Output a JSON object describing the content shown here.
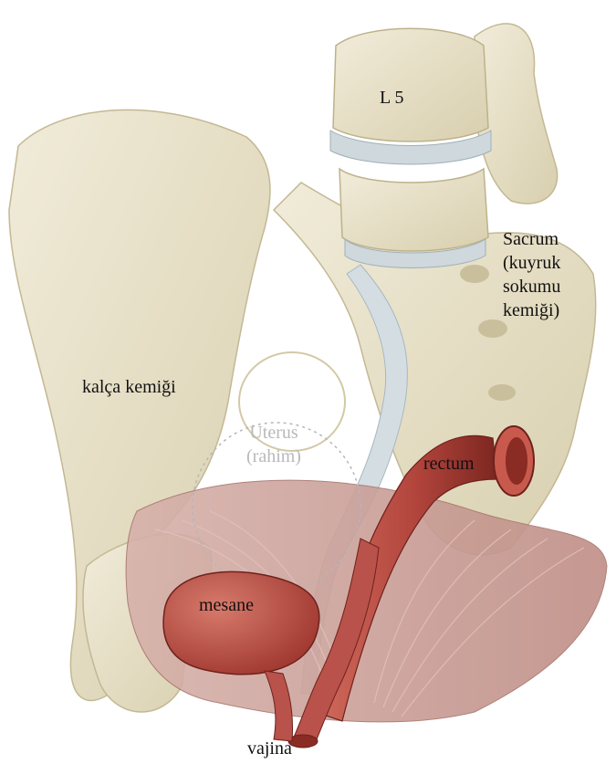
{
  "labels": {
    "vertebra": "L 5",
    "sacrum": "Sacrum\n(kuyruk\nsokumu\nkemiği)",
    "hip_bone": "kalça kemiği",
    "uterus": "Uterus\n(rahim)",
    "rectum": "rectum",
    "bladder": "mesane",
    "vagina": "vajina"
  },
  "colors": {
    "bone": "#e6dfc6",
    "bone_shadow": "#c9bf9c",
    "muscle": "#c79c95",
    "muscle_stripe": "#e2c3bd",
    "organ": "#b2453c",
    "organ_dark": "#7c2620",
    "ligament": "#d4dde2",
    "disc": "#cfd8dc"
  }
}
